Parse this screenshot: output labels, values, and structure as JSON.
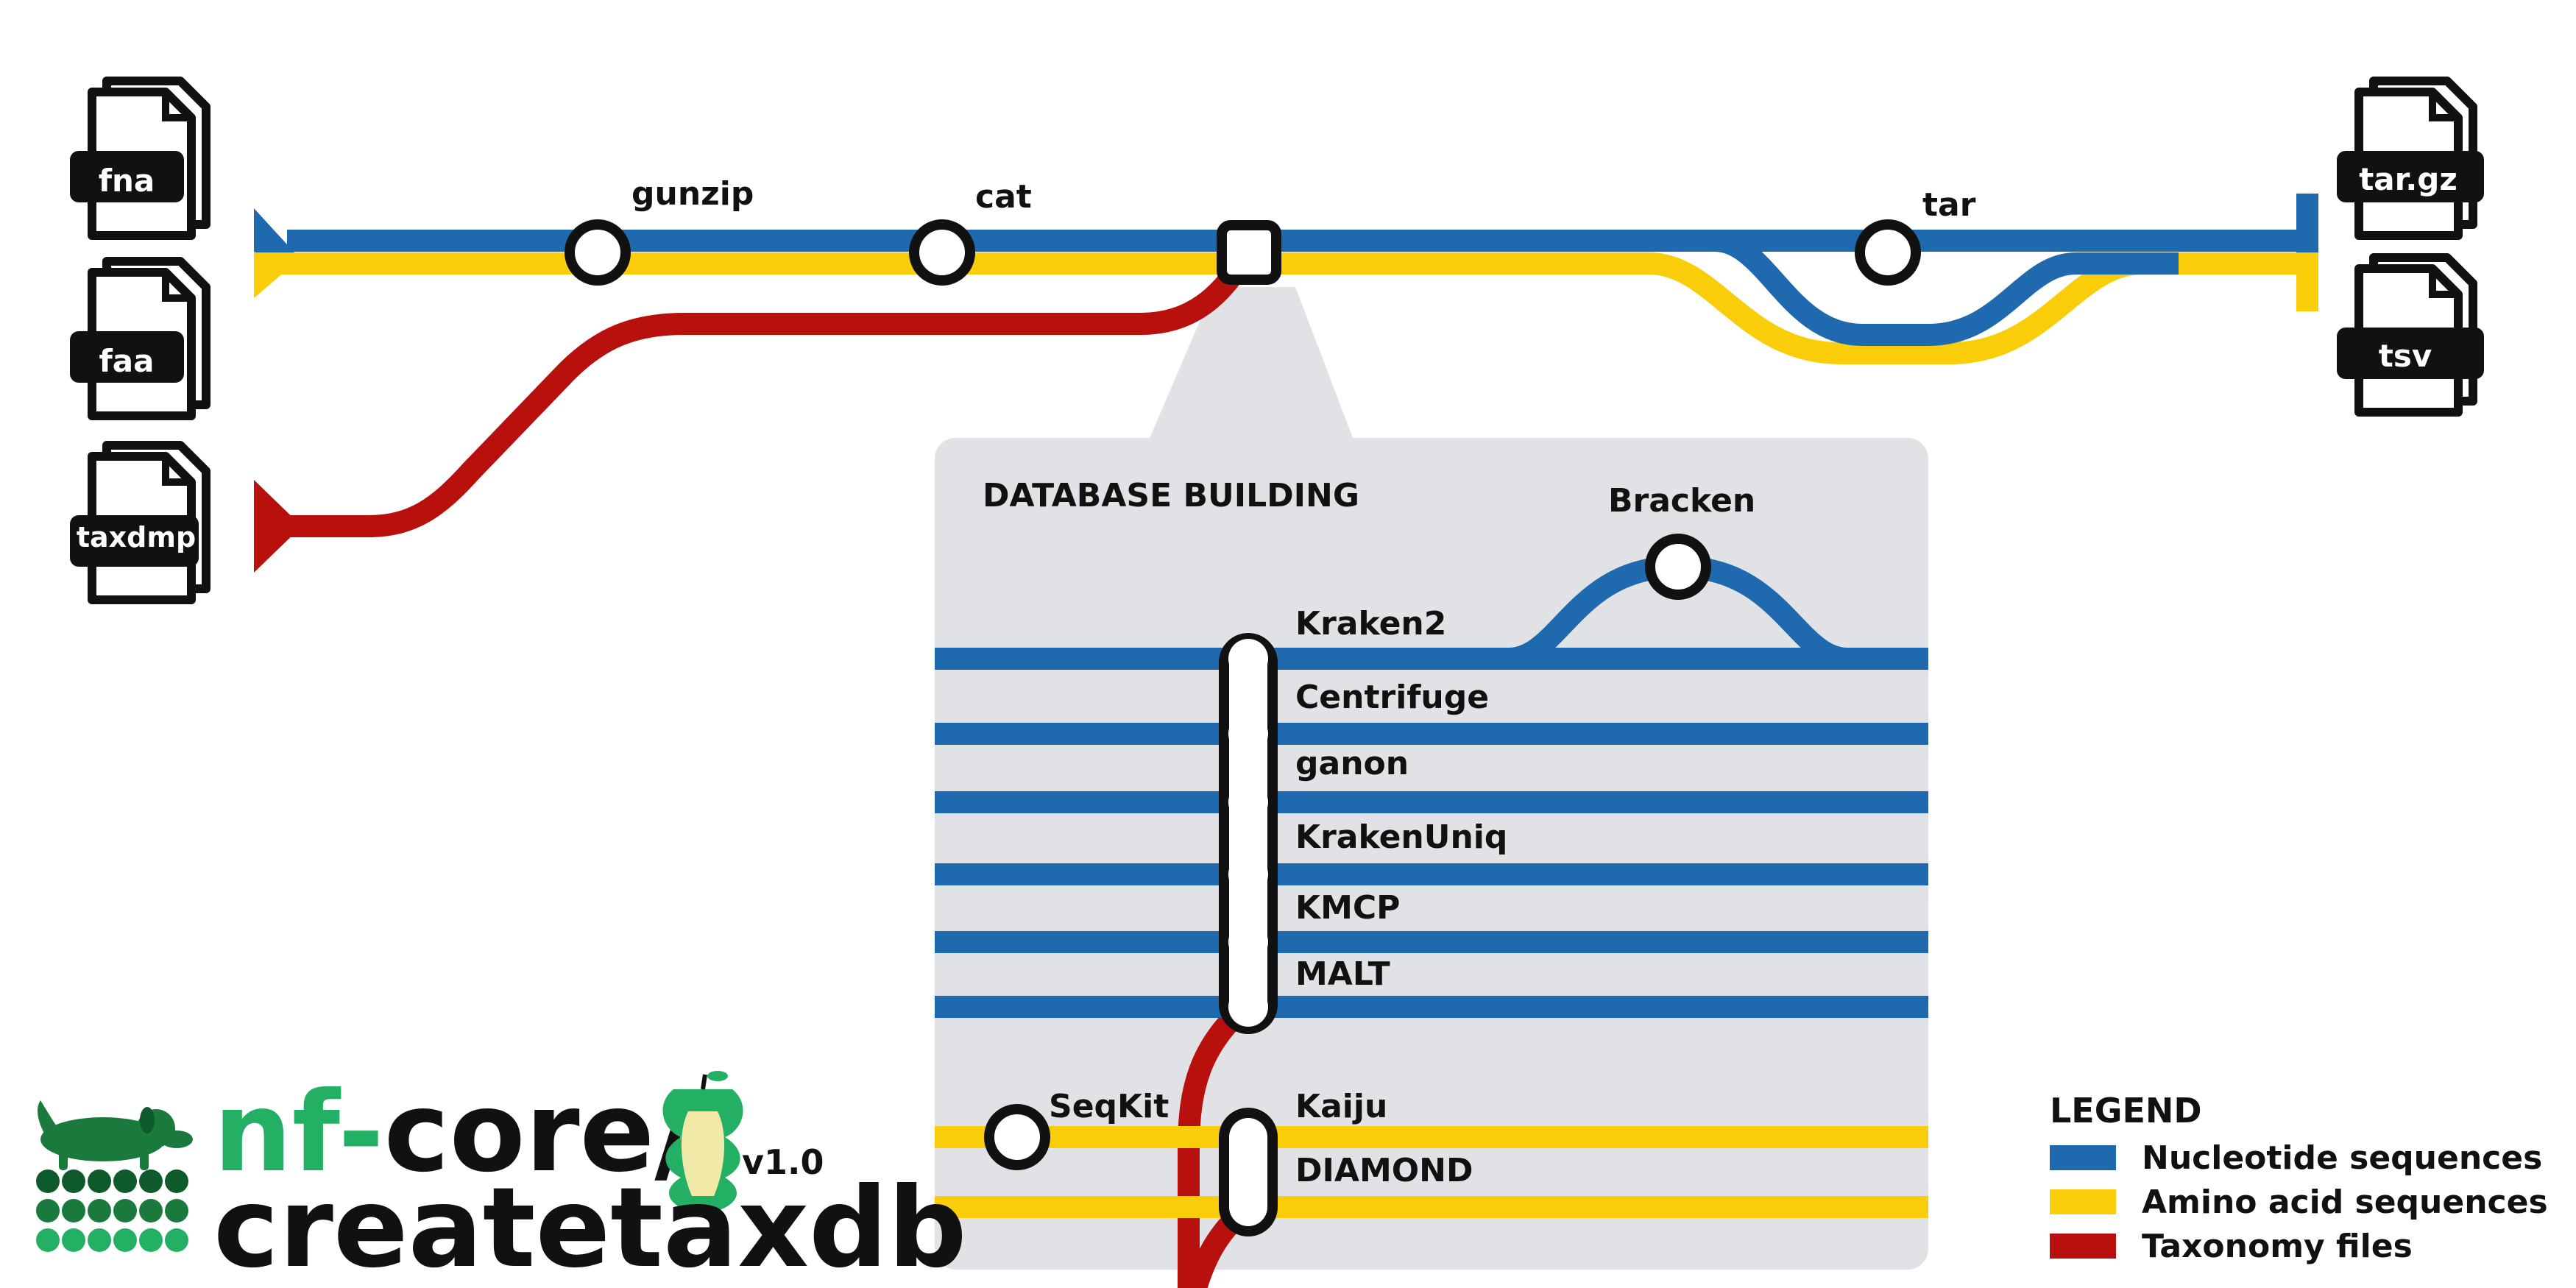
{
  "colors": {
    "nucleotide": "#1F6AAE",
    "amino_acid": "#F9CD0A",
    "taxonomy": "#B8100D",
    "panel": "#E0E2E6",
    "brand_green": "#24B064",
    "ink": "#111111"
  },
  "inputs": [
    "fna",
    "faa",
    "taxdmp"
  ],
  "outputs": [
    "tar.gz",
    "tsv"
  ],
  "main_steps": {
    "gunzip": "gunzip",
    "cat": "cat",
    "tar": "tar"
  },
  "panel": {
    "title": "DATABASE BUILDING",
    "bracken": "Bracken",
    "seqkit": "SeqKit",
    "tools": [
      "Kraken2",
      "Centrifuge",
      "ganon",
      "KrakenUniq",
      "KMCP",
      "MALT",
      "Kaiju",
      "DIAMOND"
    ]
  },
  "legend": {
    "title": "LEGEND",
    "items": [
      {
        "label": "Nucleotide sequences",
        "color": "#1F6AAE"
      },
      {
        "label": "Amino acid sequences",
        "color": "#F9CD0A"
      },
      {
        "label": "Taxonomy files",
        "color": "#B8100D"
      }
    ]
  },
  "logo": {
    "prefix": "nf-",
    "core": "core/",
    "name": "createtaxdb",
    "version": "v1.0"
  }
}
